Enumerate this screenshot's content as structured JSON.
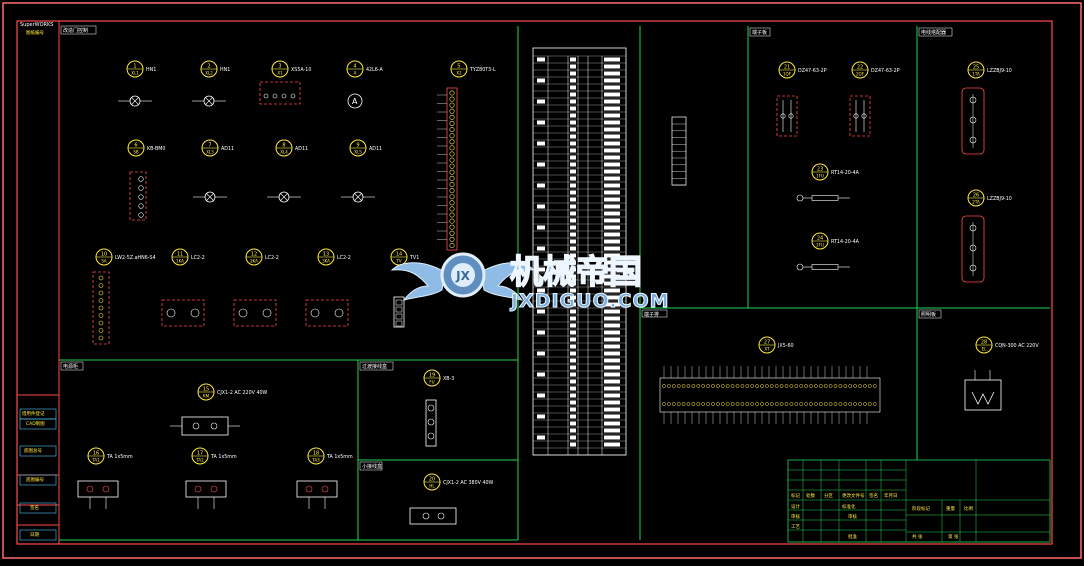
{
  "sections": {
    "control_panel": "改造门控制",
    "power": "电源柜",
    "aux_box": "过渡接线盒",
    "small_box": "小接线盒",
    "terminals": "端子板",
    "tower_panel": "电线塔配器",
    "terminal_row": "端子排",
    "lighting": "照明板"
  },
  "components": {
    "c1": {
      "num": "1",
      "code": "XL1",
      "label": "HN1"
    },
    "c2": {
      "num": "2",
      "code": "XL2",
      "label": "HN1"
    },
    "c3": {
      "num": "3",
      "code": "X1",
      "label": "XS5A-10"
    },
    "c4": {
      "num": "4",
      "code": "A",
      "label": "42L6-A"
    },
    "c5": {
      "num": "5",
      "code": "X2",
      "label": "TYZ80T3-L"
    },
    "c6": {
      "num": "6",
      "code": "SB",
      "label": "KB-BM0"
    },
    "c7": {
      "num": "7",
      "code": "XL3",
      "label": "AD11"
    },
    "c8": {
      "num": "8",
      "code": "XL4",
      "label": "AD11"
    },
    "c9": {
      "num": "9",
      "code": "XL5",
      "label": "AD11"
    },
    "c10": {
      "num": "10",
      "code": "SA",
      "label": "LW2-5Z.aHN6-S4"
    },
    "c11": {
      "num": "11",
      "code": "1KA",
      "label": "LC2-2"
    },
    "c12": {
      "num": "12",
      "code": "2KA",
      "label": "LC2-2"
    },
    "c13": {
      "num": "13",
      "code": "3KA",
      "label": "LC2-2"
    },
    "c14": {
      "num": "14",
      "code": "TV",
      "label": "TV1"
    },
    "c15": {
      "num": "15",
      "code": "KM",
      "label": "CJX1-2 AC 220V 40W"
    },
    "c16": {
      "num": "16",
      "code": "TA1",
      "label": "TA 1x5mm"
    },
    "c17": {
      "num": "17",
      "code": "TA2",
      "label": "TA 1x5mm"
    },
    "c18": {
      "num": "18",
      "code": "TA3",
      "label": "TA 1x5mm"
    },
    "c19": {
      "num": "19",
      "code": "FU",
      "label": "XB-3"
    },
    "c20": {
      "num": "20",
      "code": "HL",
      "label": "CJX1-2 AC 380V 40W"
    },
    "c21": {
      "num": "21",
      "code": "1QF",
      "label": "DZ47-63-2P"
    },
    "c22": {
      "num": "22",
      "code": "2QF",
      "label": "DZ47-63-2P"
    },
    "c23": {
      "num": "23",
      "code": "1FU",
      "label": "RT14-20-4A"
    },
    "c24": {
      "num": "24",
      "code": "2FU",
      "label": "RT14-20-4A"
    },
    "c25": {
      "num": "25",
      "code": "1TA",
      "label": "LZZBJ9-10"
    },
    "c26": {
      "num": "26",
      "code": "2TA",
      "label": "LZZBJ9-10"
    },
    "c27": {
      "num": "27",
      "code": "XT",
      "label": "JX5-60"
    },
    "c28": {
      "num": "28",
      "code": "EL",
      "label": "CQN-300 AC 220V"
    }
  },
  "left_strip": {
    "title": "SuperWORKS",
    "subtitle": "图纸编号",
    "block1": "借用件登记",
    "block2": "CAD制图",
    "block3": "底图总号",
    "block4": "底图编号",
    "sign": "签名",
    "date": "日期"
  },
  "title_block": {
    "row1": [
      "标记",
      "处数",
      "分区",
      "更改文件号",
      "签名",
      "年月日"
    ],
    "design": "设计",
    "standard": "标准化",
    "check": "审核",
    "approve": "工艺",
    "review": "审核",
    "approval": "批准",
    "stage": "阶段标记",
    "weight": "重量",
    "ratio": "比例",
    "sheets": "共 张",
    "sheet": "第 张"
  },
  "watermark": {
    "cn": "机械帝国",
    "en": "JXDIGUO.COM",
    "badge": "JX"
  }
}
